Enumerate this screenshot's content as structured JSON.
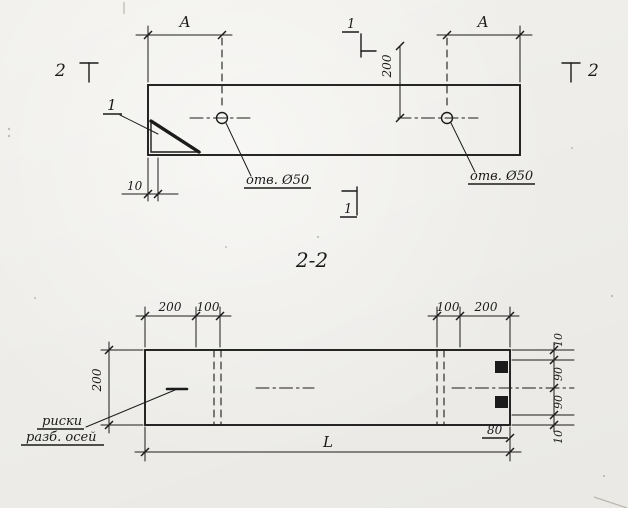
{
  "colors": {
    "paper": "#f6f5f1",
    "ink": "#1b1b1b"
  },
  "plan_view": {
    "detail_marker": "1",
    "section_marker_top": "1",
    "section_marker_bottom": "1",
    "section_marker_left": "2",
    "section_marker_right": "2",
    "dim_a_left": "A",
    "dim_a_right": "A",
    "dim_offset_200": "200",
    "dim_edge_10": "10",
    "hole_left_label": "отв. Ø50",
    "hole_right_label": "отв. Ø50"
  },
  "section_view": {
    "title": "2-2",
    "dim_top_left_200": "200",
    "dim_top_left_100": "100",
    "dim_top_right_100": "100",
    "dim_top_right_200": "200",
    "dim_height_200": "200",
    "dim_right_10_top": "10",
    "dim_right_90_top": "90",
    "dim_right_90_bottom": "90",
    "dim_right_10_bottom": "10",
    "dim_80": "80",
    "dim_length": "L",
    "note_line1": "риски",
    "note_line2": "разб. осей"
  }
}
